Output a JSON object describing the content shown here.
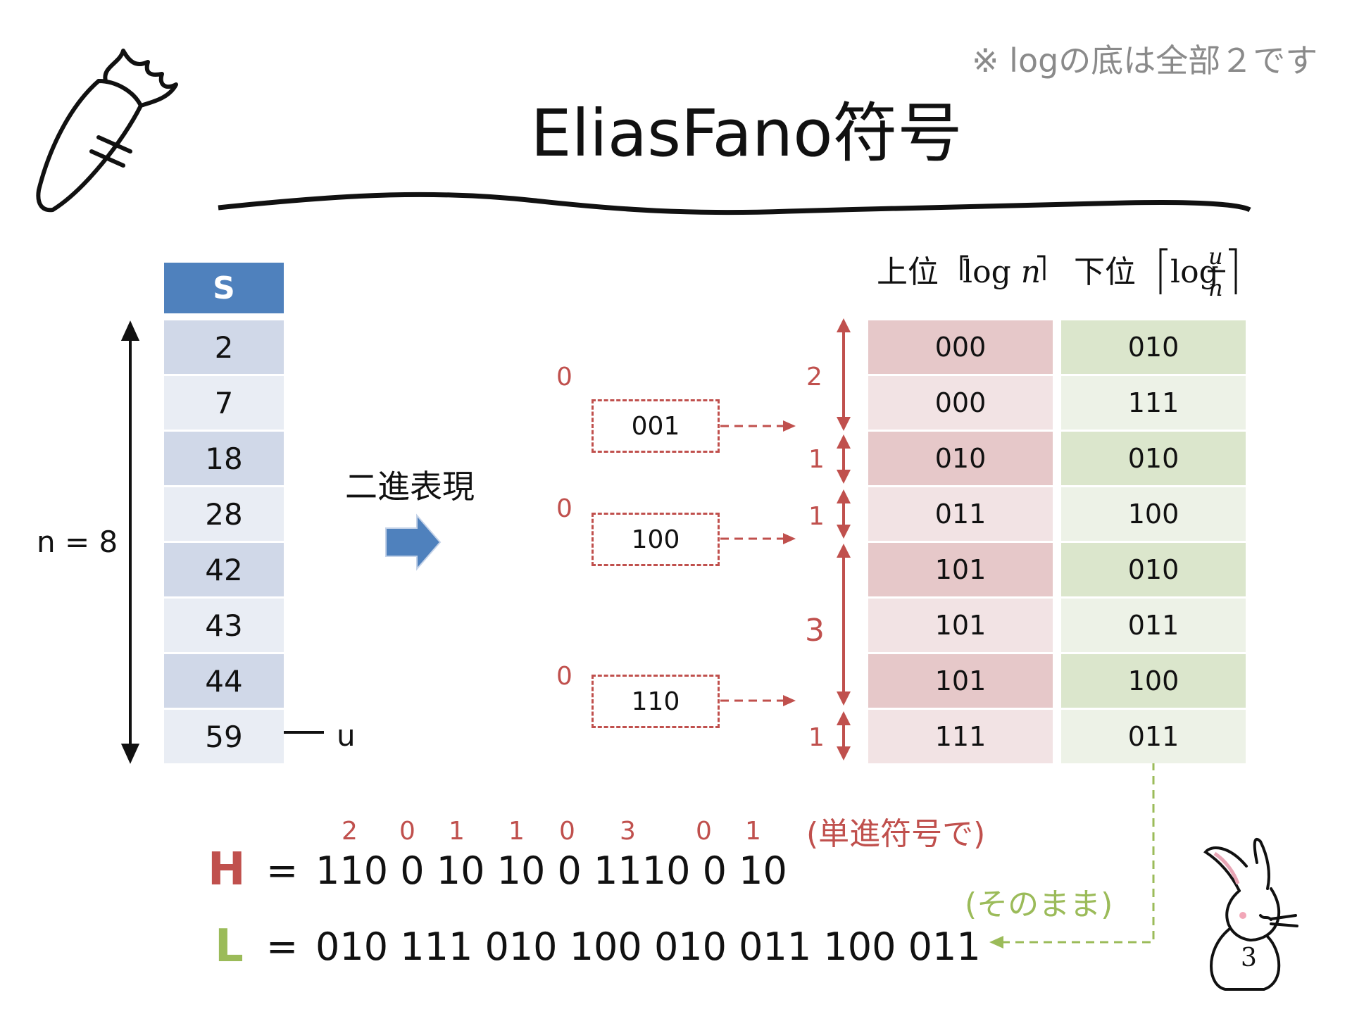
{
  "note": "※ logの底は全部２です",
  "title": "EliasFano符号",
  "s_header": "S",
  "s_values": [
    "2",
    "7",
    "18",
    "28",
    "42",
    "43",
    "44",
    "59"
  ],
  "n_label": "n = 8",
  "u_label": "u",
  "binary_label": "二進表現",
  "upper_header": "上位",
  "lower_header": "下位",
  "log_text": "log",
  "n_symbol": "n",
  "u_symbol": "u",
  "upper_bits": [
    "000",
    "000",
    "010",
    "011",
    "101",
    "101",
    "101",
    "111"
  ],
  "lower_bits": [
    "010",
    "111",
    "010",
    "100",
    "010",
    "011",
    "100",
    "011"
  ],
  "missing": [
    {
      "zero": "0",
      "box": "001"
    },
    {
      "zero": "0",
      "box": "100"
    },
    {
      "zero": "0",
      "box": "110"
    }
  ],
  "counts": [
    "2",
    "1",
    "1",
    "3",
    "1"
  ],
  "h_digits": [
    "2",
    "0",
    "1",
    "1",
    "0",
    "3",
    "0",
    "1"
  ],
  "unary_note": "(単進符号で)",
  "asis_note": "(そのまま)",
  "h_label": "H",
  "l_label": "L",
  "eq": "=",
  "h_sequence": "110 0 10 10 0 1110 0 10",
  "l_sequence": "010 111 010 100 010 011 100 011",
  "page_number": "3",
  "colors": {
    "accent_blue": "#4f81bd",
    "red": "#c0504d",
    "green": "#9bbb59"
  }
}
